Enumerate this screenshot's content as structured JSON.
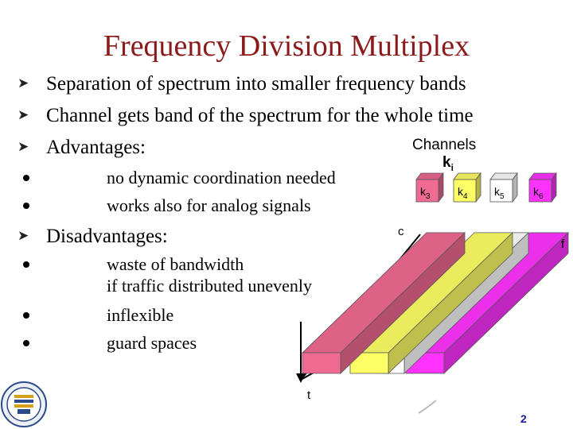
{
  "slide": {
    "title": "Frequency Division Multiplex",
    "page_number": "2"
  },
  "bullets": [
    {
      "text": "Separation of spectrum into smaller frequency bands"
    },
    {
      "text": "Channel gets band of the spectrum for the whole time"
    },
    {
      "text": "Advantages:"
    },
    {
      "text": "Disadvantages:"
    }
  ],
  "advantages": [
    "no dynamic coordination needed",
    "works also for analog signals"
  ],
  "disadvantages": [
    {
      "line1": "waste of bandwidth",
      "line2": "if traffic distributed unevenly"
    },
    {
      "line1": "inflexible"
    },
    {
      "line1": "guard spaces"
    }
  ],
  "diagram": {
    "channels_label": "Channels",
    "ki_label": "k",
    "ki_sub": "i",
    "axis_c": "c",
    "axis_f": "f",
    "axis_t": "t",
    "channels": [
      {
        "k": "k",
        "sub": "3",
        "color": "#f06a92"
      },
      {
        "k": "k",
        "sub": "4",
        "color": "#ffff66"
      },
      {
        "k": "k",
        "sub": "5",
        "color": "#ffffff"
      },
      {
        "k": "k",
        "sub": "6",
        "color": "#ff33ff"
      }
    ]
  },
  "colors": {
    "title": "#8b1a1a",
    "page_number": "#1a1aa6"
  },
  "icons": [
    "arrow-bullet-icon",
    "university-seal-icon"
  ]
}
